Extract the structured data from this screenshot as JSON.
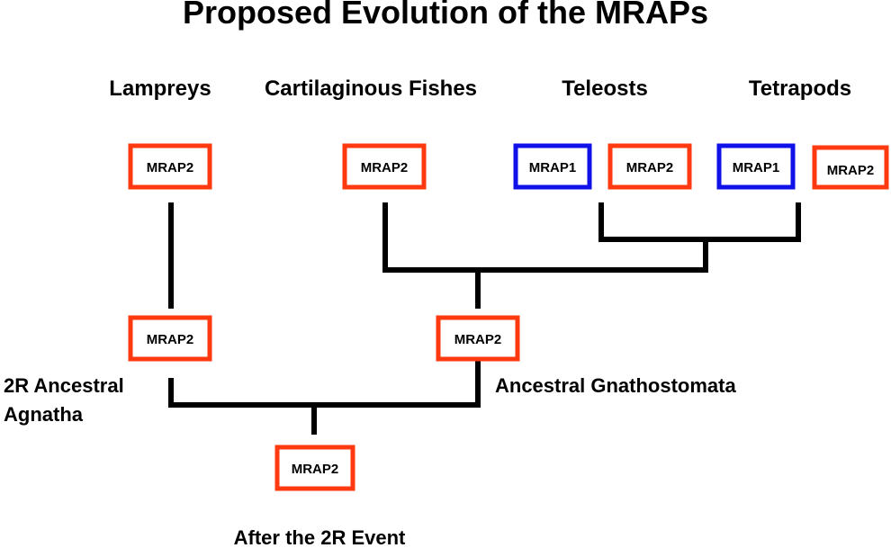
{
  "title": "Proposed Evolution of the MRAPs",
  "colors": {
    "mrap1": "#1010e8",
    "mrap2": "#ff3a10",
    "line": "#000000"
  },
  "groups": {
    "lampreys": "Lampreys",
    "cartilaginous": "Cartilaginous Fishes",
    "teleosts": "Teleosts",
    "tetrapods": "Tetrapods"
  },
  "nodes": {
    "lamprey_mrap2": "MRAP2",
    "cart_mrap2": "MRAP2",
    "teleost_mrap1": "MRAP1",
    "teleost_mrap2": "MRAP2",
    "tetrapod_mrap1": "MRAP1",
    "tetrapod_mrap2": "MRAP2",
    "agnatha_mrap2": "MRAP2",
    "gnatho_mrap2": "MRAP2",
    "root_mrap2": "MRAP2"
  },
  "annotations": {
    "agnatha_line1": "2R Ancestral",
    "agnatha_line2": "Agnatha",
    "gnathostomata": "Ancestral Gnathostomata",
    "after_2r": "After the 2R Event"
  }
}
